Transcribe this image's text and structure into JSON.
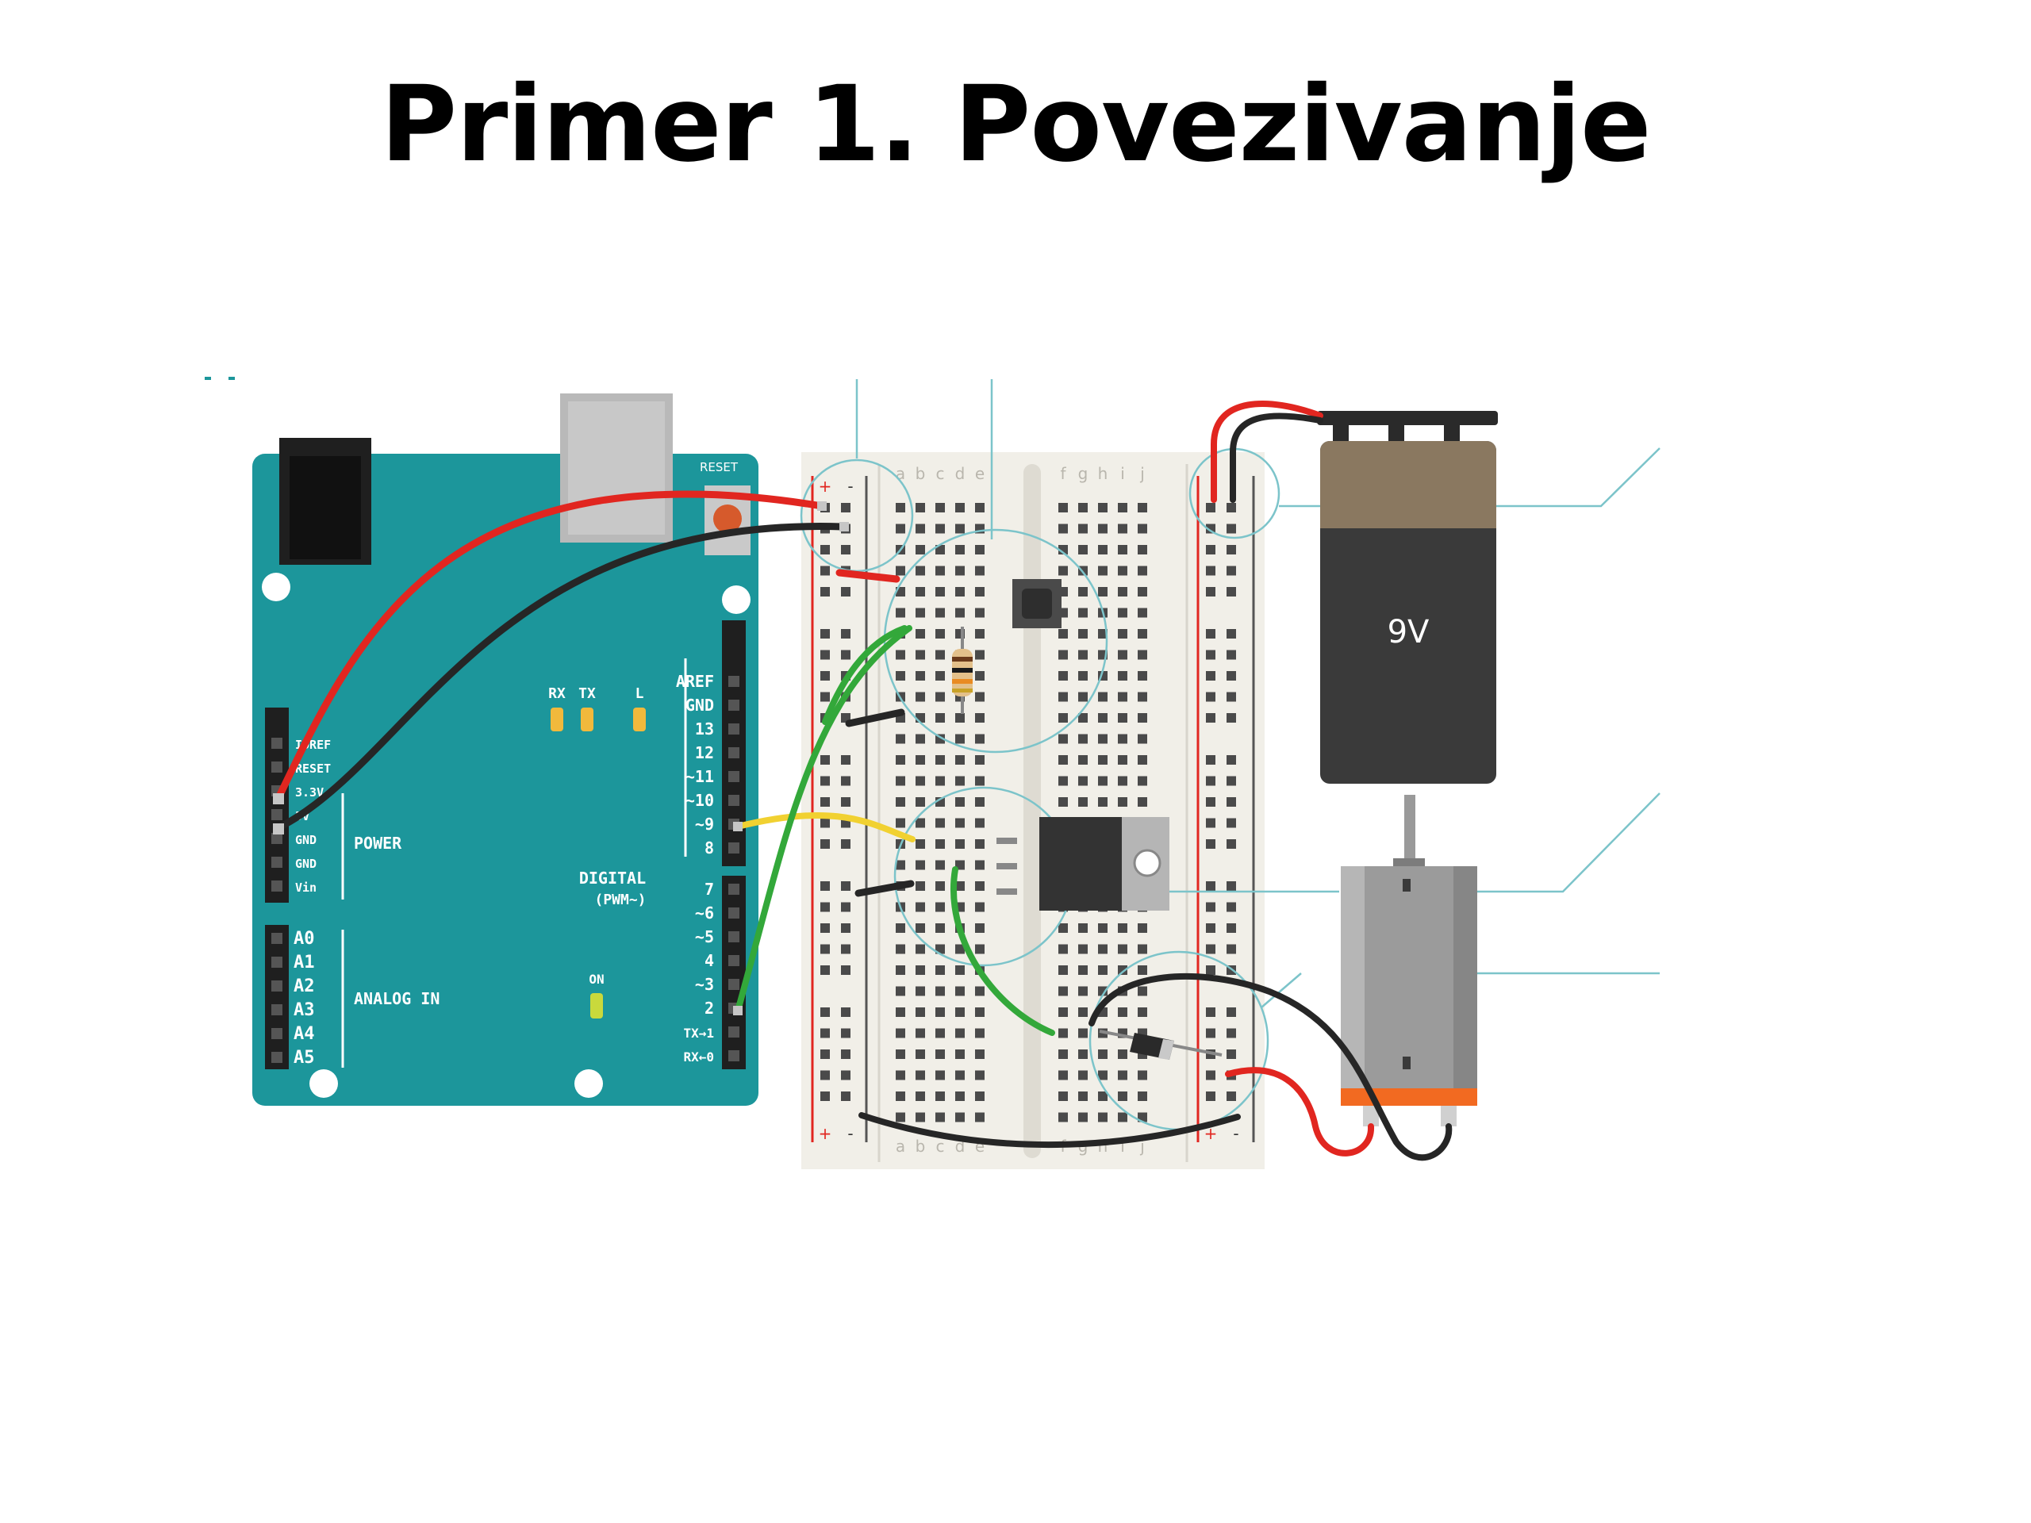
{
  "slide": {
    "title": "Primer 1. Povezivanje"
  },
  "arduino": {
    "reset_label": "RESET",
    "power_pins": [
      "IOREF",
      "RESET",
      "3.3V",
      "5V",
      "GND",
      "GND",
      "Vin"
    ],
    "power_label": "POWER",
    "analog_pins": [
      "A0",
      "A1",
      "A2",
      "A3",
      "A4",
      "A5"
    ],
    "analog_label": "ANALOG IN",
    "digital_pins": [
      "AREF",
      "GND",
      "13",
      "12",
      "~11",
      "~10",
      "~9",
      "8",
      "7",
      "~6",
      "~5",
      "4",
      "~3",
      "2",
      "TX→1",
      "RX←0"
    ],
    "digital_label": "DIGITAL",
    "digital_sublabel": "(PWM~)",
    "leds": [
      "RX",
      "TX",
      "L"
    ],
    "on_label": "ON"
  },
  "breadboard": {
    "columns_left": [
      "a",
      "b",
      "c",
      "d",
      "e"
    ],
    "columns_right": [
      "f",
      "g",
      "h",
      "i",
      "j"
    ],
    "plus": "+",
    "minus": "-"
  },
  "battery": {
    "label": "9V"
  },
  "colors": {
    "board": "#1c969b",
    "red_wire": "#e12620",
    "black_wire": "#262626",
    "green_wire": "#33a83a",
    "yellow_wire": "#f1d131",
    "callout": "#7cc4ca",
    "breadboard": "#f1efe8",
    "motor_orange": "#f26a21"
  },
  "icons": [
    "usb-connector-icon",
    "power-jack-icon",
    "pushbutton-icon",
    "resistor-icon",
    "transistor-icon",
    "diode-icon",
    "battery-icon",
    "dc-motor-icon"
  ]
}
